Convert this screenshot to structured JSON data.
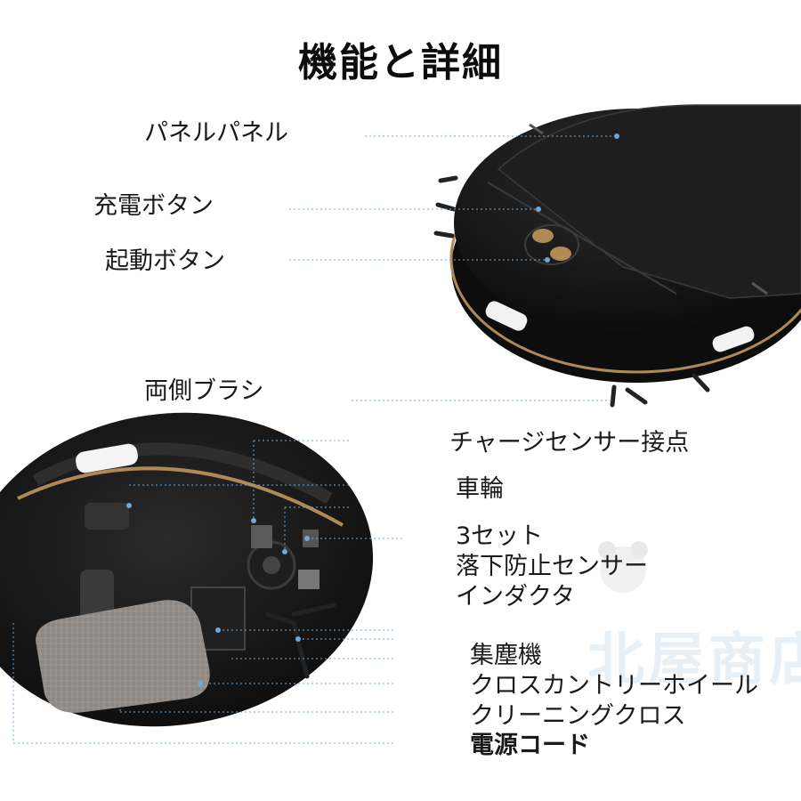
{
  "title": "機能と詳細",
  "top_labels": {
    "panel": "パネルパネル",
    "charge_button": "充電ボタン",
    "start_button": "起動ボタン",
    "side_brushes": "両側ブラシ"
  },
  "bottom_labels": {
    "charge_sensor_contacts": "チャージセンサー接点",
    "wheels": "車輪",
    "group": [
      "3セット",
      "落下防止センサー",
      "インダクタ"
    ],
    "list": [
      "集塵機",
      "クロスカントリーホイール",
      "クリーニングクロス"
    ],
    "power_cord": "電源コード"
  },
  "watermark": "北屋商店",
  "colors": {
    "device_body": "#1a1a1a",
    "gold_trim": "#b08a55",
    "callout_line": "#6fa8d6",
    "mop_pad": "#8a8580"
  }
}
